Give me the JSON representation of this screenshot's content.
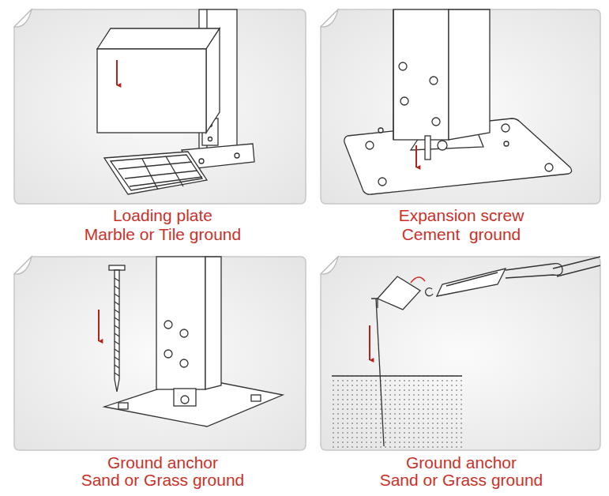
{
  "diagram": {
    "labels": [
      "Loading plate",
      "Marble or Tile ground",
      "Expansion screw",
      "Cement  ground",
      "Ground anchor",
      "Sand or Grass ground",
      "Ground anchor",
      "Sand or Grass ground"
    ]
  }
}
